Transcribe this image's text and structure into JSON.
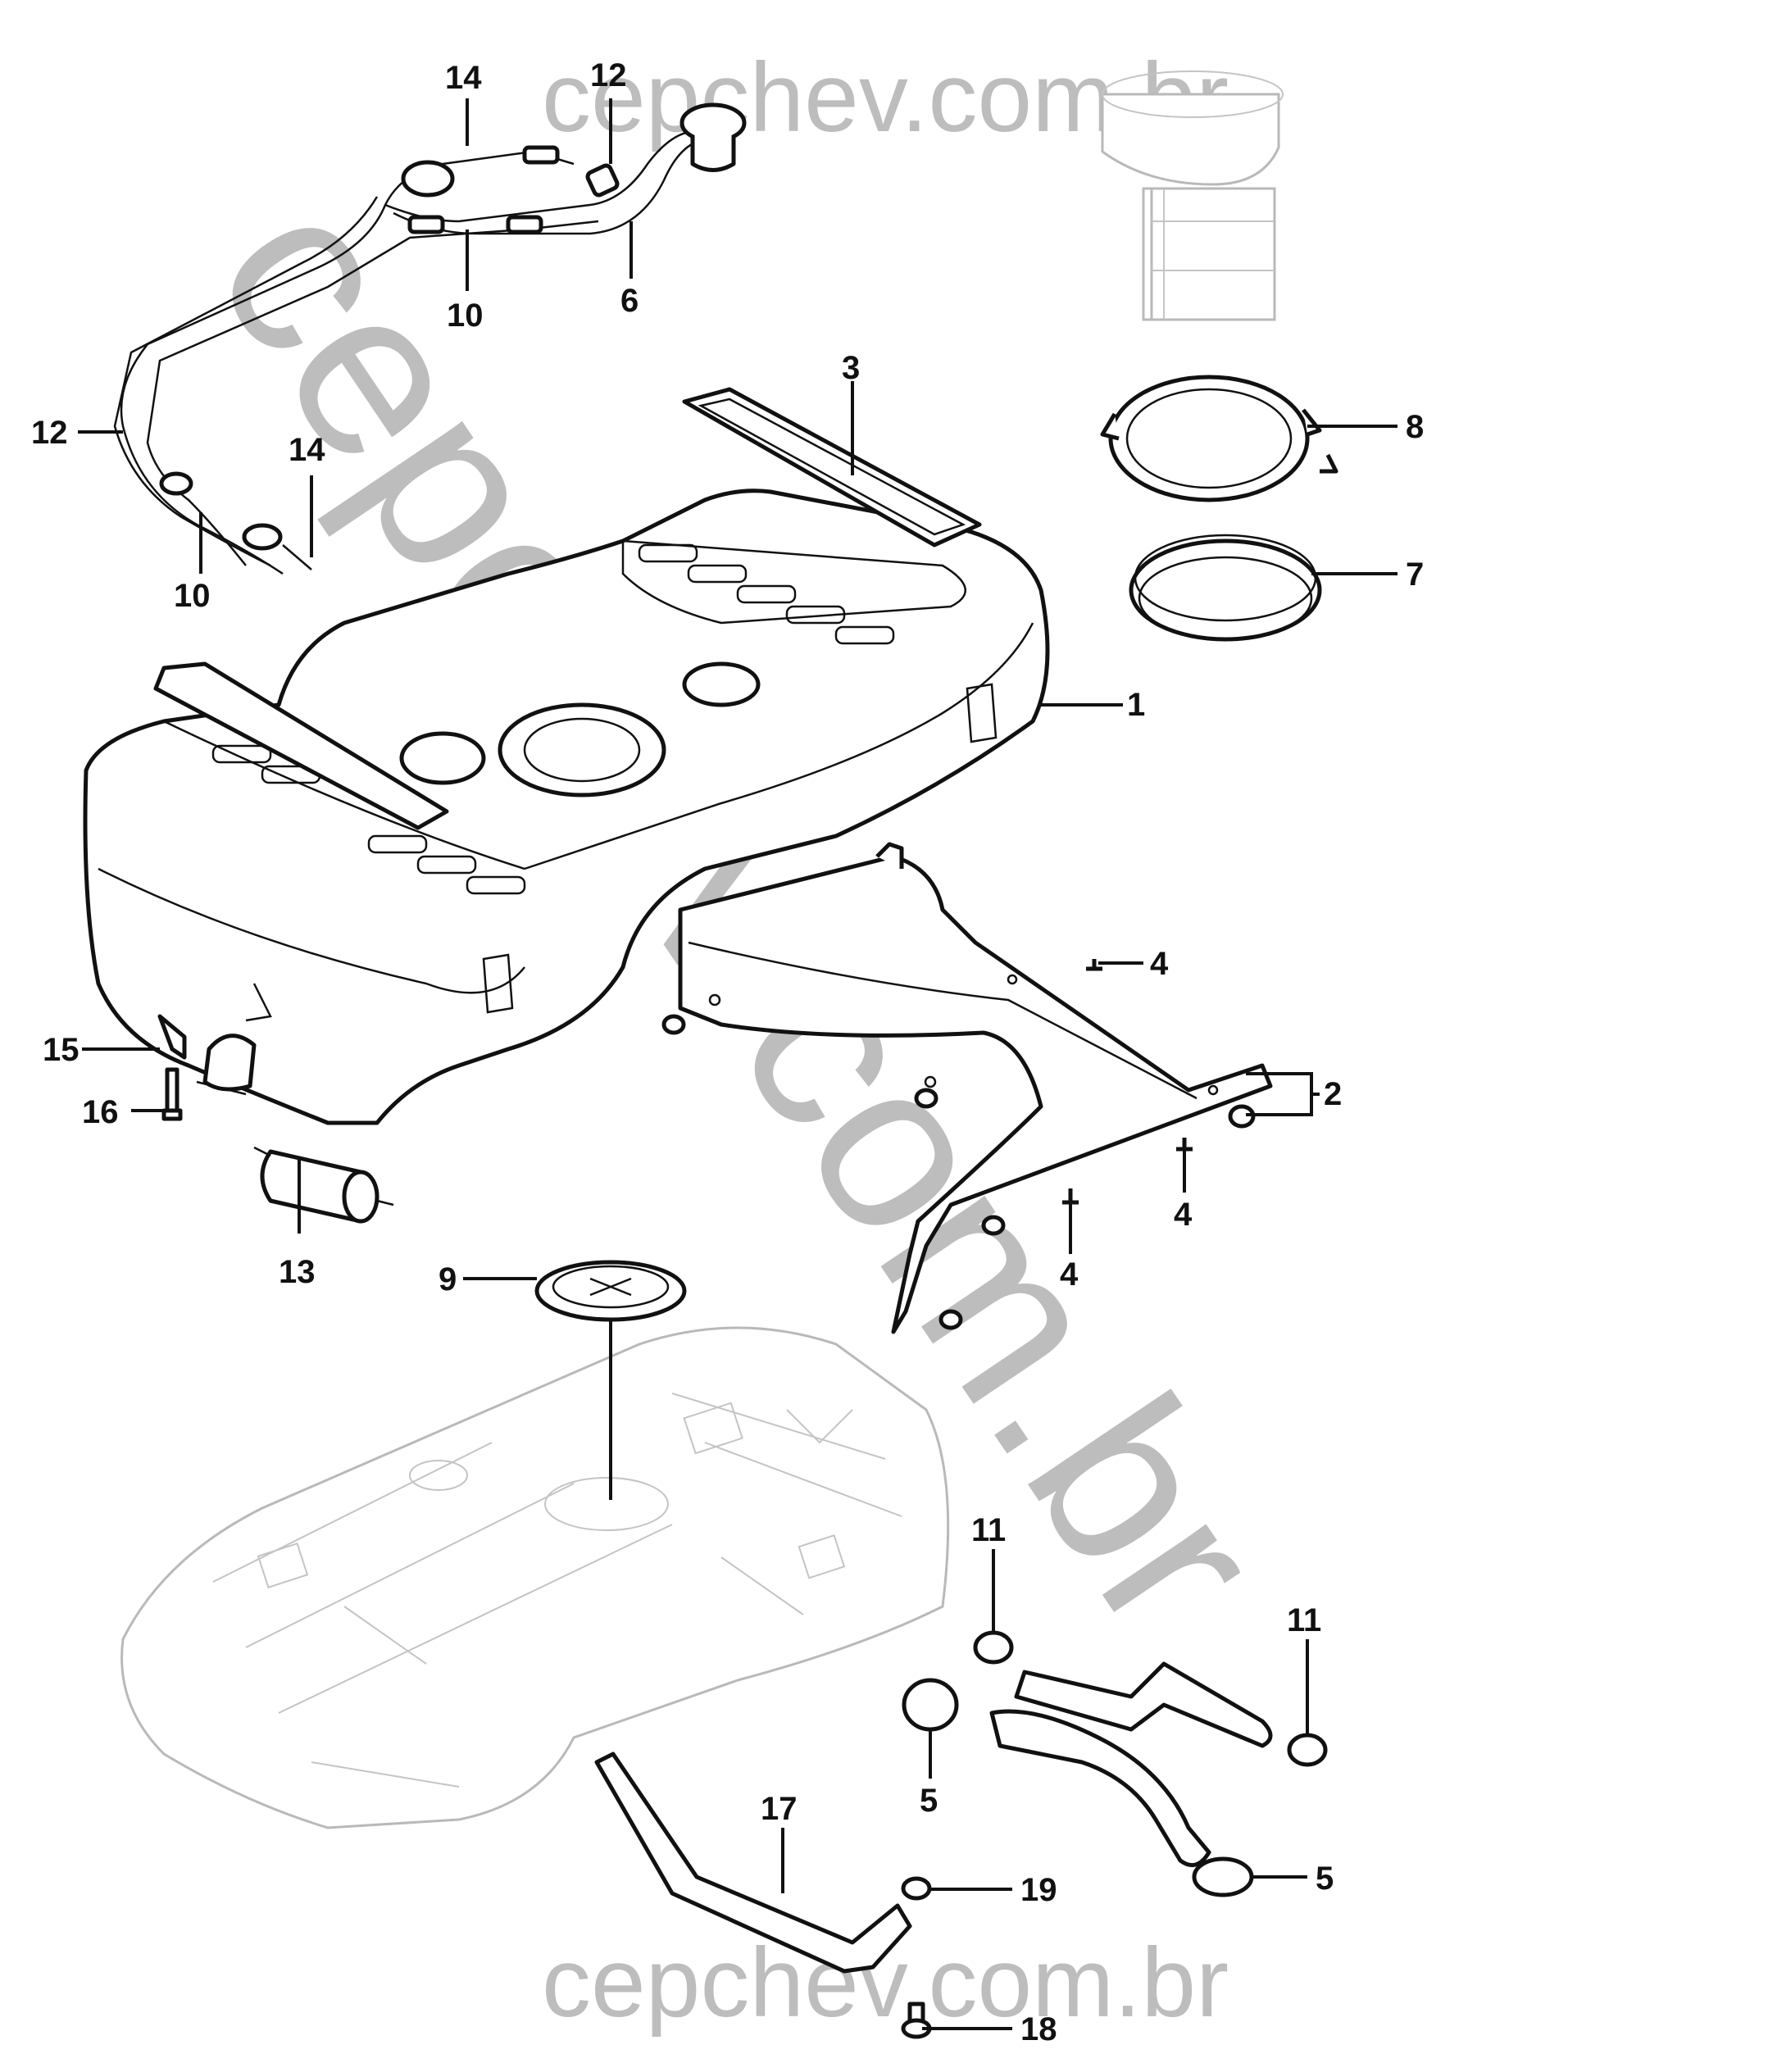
{
  "watermark": {
    "top": "cepchev.com.br",
    "bottom": "cepchev.com.br",
    "diagonal": "cepchev.com.br",
    "color": "#bdbdbd"
  },
  "callouts": {
    "c1": "1",
    "c2": "2",
    "c3": "3",
    "c4a": "4",
    "c4b": "4",
    "c4c": "4",
    "c5a": "5",
    "c5b": "5",
    "c6": "6",
    "c7": "7",
    "c8": "8",
    "c9": "9",
    "c10a": "10",
    "c10b": "10",
    "c11a": "11",
    "c11b": "11",
    "c12a": "12",
    "c12b": "12",
    "c13": "13",
    "c14a": "14",
    "c14b": "14",
    "c15": "15",
    "c16": "16",
    "c17": "17",
    "c18": "18",
    "c19": "19"
  },
  "colors": {
    "ink": "#111111",
    "ghost": "#b9b9b9"
  }
}
